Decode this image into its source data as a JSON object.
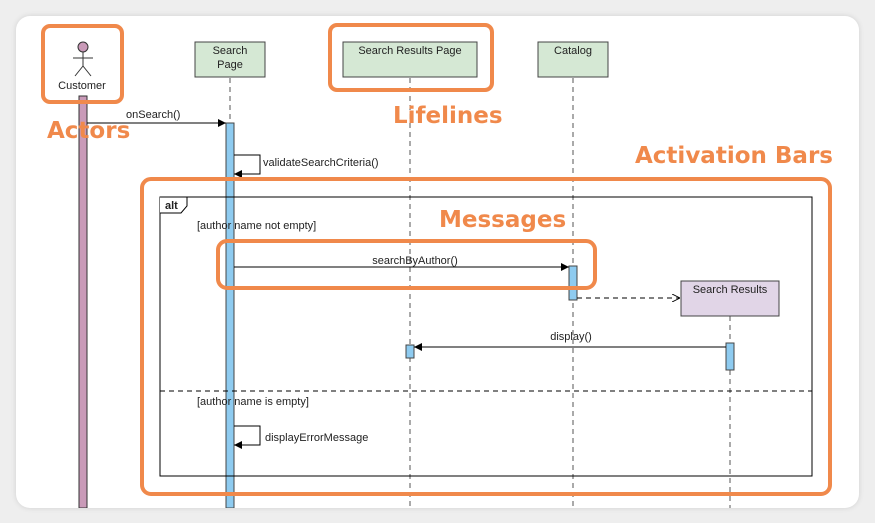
{
  "diagram": {
    "actor": {
      "name": "Customer"
    },
    "lifelines": {
      "search_page_line1": "Search",
      "search_page_line2": "Page",
      "search_results_page": "Search Results Page",
      "catalog": "Catalog",
      "search_results": "Search Results"
    },
    "messages": {
      "on_search": "onSearch()",
      "validate": "validateSearchCriteria()",
      "search_by_author": "searchByAuthor()",
      "display": "display()",
      "display_error": "displayErrorMessage"
    },
    "fragment": {
      "operator": "alt",
      "guard_1": "[author name not empty]",
      "guard_2": "[author name is empty]"
    },
    "callouts": {
      "actors": "Actors",
      "lifelines": "Lifelines",
      "activation_bars": "Activation Bars",
      "messages": "Messages"
    },
    "colors": {
      "callout": "#f0894b",
      "lifeline_box": "#d5e8d4",
      "result_box": "#e1d5e7",
      "activation": "#8ecbf0",
      "actor_bar": "#c99ab8"
    }
  }
}
